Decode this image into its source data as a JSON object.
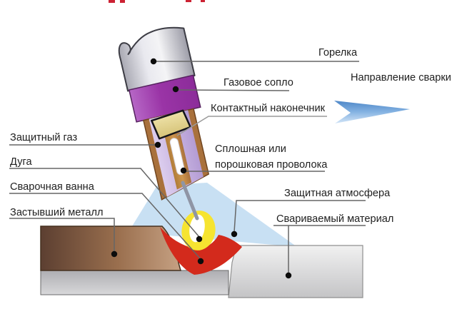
{
  "diagram": {
    "type": "welding-process-schematic",
    "labels": {
      "gorelka": "Горелка",
      "napravlenie_svarki": "Направление сварки",
      "gazovoe_soplo": "Газовое сопло",
      "kontaktny_nakonechnik": "Контактный наконечник",
      "provoloka_line1": "Сплошная или",
      "provoloka_line2": "порошковая проволока",
      "zashchitny_gaz": "Защитный газ",
      "duga": "Дуга",
      "svarochnaya_vanna": "Сварочная ванна",
      "zastyvshiy_metall": "Застывший металл",
      "zashchitnaya_atmosfera": "Защитная атмосфера",
      "svarivaemy_material": "Свариваемый материал"
    },
    "colors": {
      "torch_body_gray": "#e8e8ec",
      "nozzle_purple": "#9a34a6",
      "nozzle_wall_brown": "#a9713c",
      "wire_guide_orange": "#c18a44",
      "contact_tip_tan": "#e3d48e",
      "shielding_gas_lavender": "#c9b3e2",
      "gas_cloud_blue": "#c5def2",
      "arc_yellow": "#f6e430",
      "arc_core_white": "#ffffff",
      "weld_pool_red": "#d32a1c",
      "solidified_metal_brown": "#9a6f4e",
      "base_metal_gray": "#dcdcdc",
      "direction_arrow_blue": "#5b92cf",
      "callout_line_gray": "#666666",
      "cropped_title_red": "#cc2233"
    }
  }
}
